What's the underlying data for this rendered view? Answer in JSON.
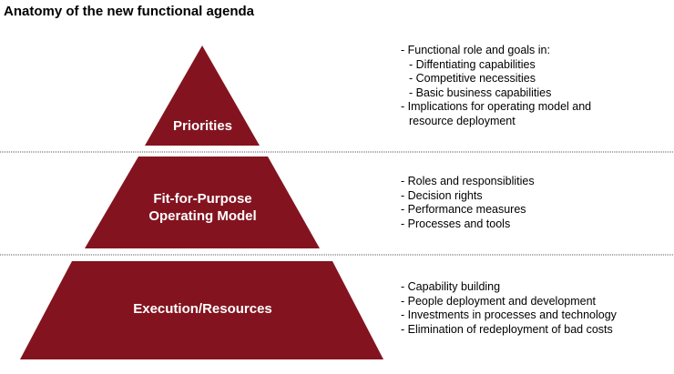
{
  "title": "Anatomy of the new functional agenda",
  "colors": {
    "pyramid": "#83141f",
    "divider": "#555555"
  },
  "tiers": [
    {
      "label": "Priorities",
      "items": [
        "- Functional role and goals in:",
        "- Diffentiating capabilities",
        "- Competitive necessities",
        "- Basic business capabilities",
        "- Implications for operating model and",
        "resource deployment"
      ]
    },
    {
      "label_line1": "Fit-for-Purpose",
      "label_line2": "Operating Model",
      "items": [
        "- Roles and responsiblities",
        "- Decision rights",
        "- Performance measures",
        "- Processes and tools"
      ]
    },
    {
      "label": "Execution/Resources",
      "items": [
        "- Capability building",
        "- People deployment and development",
        "- Investments in processes and technology",
        "- Elimination of redeployment of bad costs"
      ]
    }
  ]
}
